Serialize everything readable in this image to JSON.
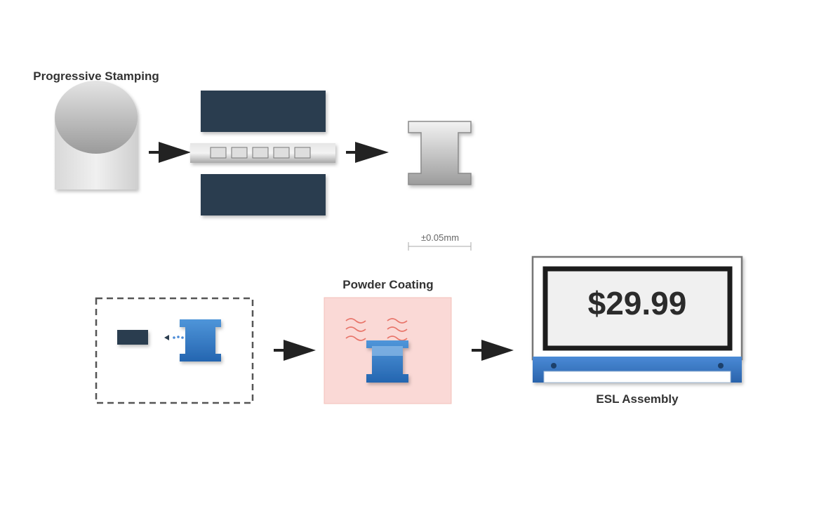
{
  "labels": {
    "stamping_title": "Progressive Stamping",
    "tolerance": "±0.05mm",
    "coating_title": "Powder Coating",
    "assembly_title": "ESL Assembly"
  },
  "esl": {
    "price": "$29.99"
  },
  "colors": {
    "die_block": "#2c3e50",
    "part_blue": "#3a7fc8",
    "coating_bg": "#fad9d6",
    "heat_wave": "#e8756a",
    "esl_rail": "#2f6fbd",
    "arrow": "#222222"
  }
}
